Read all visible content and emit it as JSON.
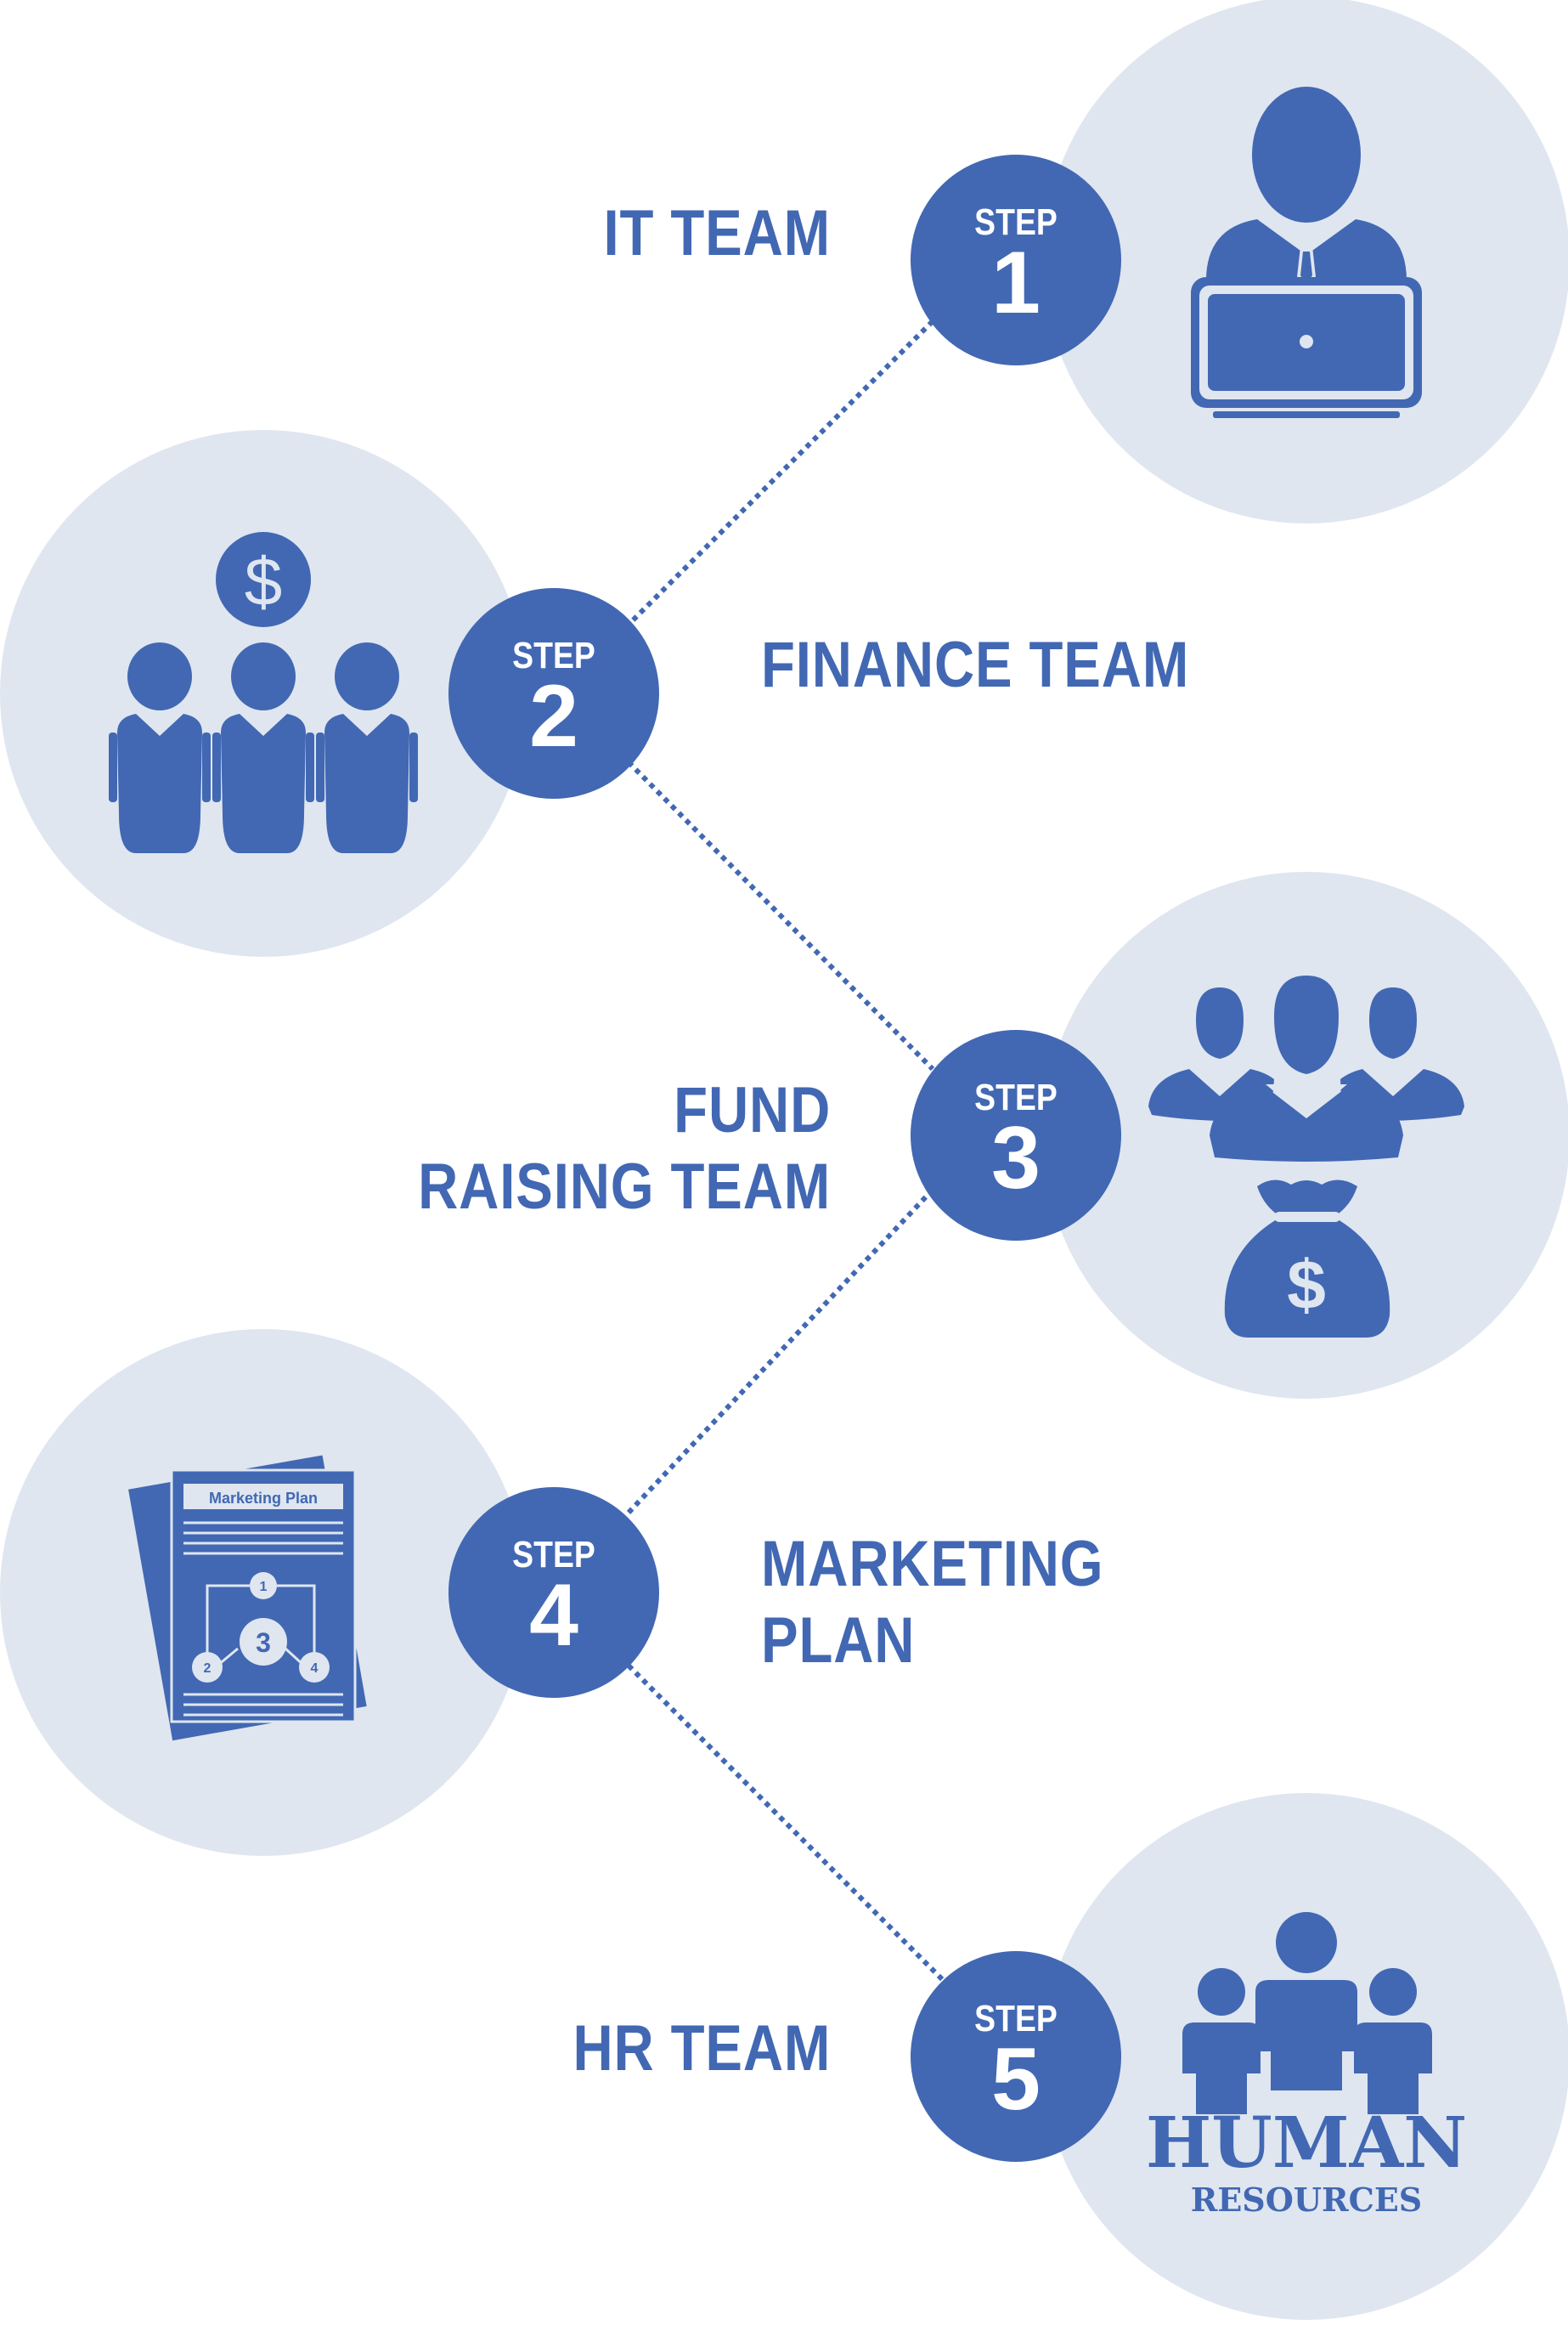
{
  "colors": {
    "primary": "#4268b3",
    "circle_bg": "#dfe6f0",
    "background": "#ffffff",
    "text_on_primary": "#ffffff"
  },
  "steps": [
    {
      "step_word": "STEP",
      "number": "1",
      "label_lines": [
        "IT TEAM"
      ],
      "icon": "person-laptop-icon"
    },
    {
      "step_word": "STEP",
      "number": "2",
      "label_lines": [
        "FINANCE TEAM"
      ],
      "icon": "finance-team-icon"
    },
    {
      "step_word": "STEP",
      "number": "3",
      "label_lines": [
        "FUND",
        "RAISING TEAM"
      ],
      "icon": "fundraising-team-icon"
    },
    {
      "step_word": "STEP",
      "number": "4",
      "label_lines": [
        "MARKETING",
        "PLAN"
      ],
      "icon": "marketing-plan-icon"
    },
    {
      "step_word": "STEP",
      "number": "5",
      "label_lines": [
        "HR TEAM"
      ],
      "icon": "human-resources-icon"
    }
  ],
  "icon_texts": {
    "dollar": "$",
    "marketing_doc_title": "Marketing Plan",
    "marketing_nodes": [
      "1",
      "2",
      "3",
      "4"
    ],
    "hr_title": "HUMAN",
    "hr_subtitle": "RESOURCES"
  }
}
